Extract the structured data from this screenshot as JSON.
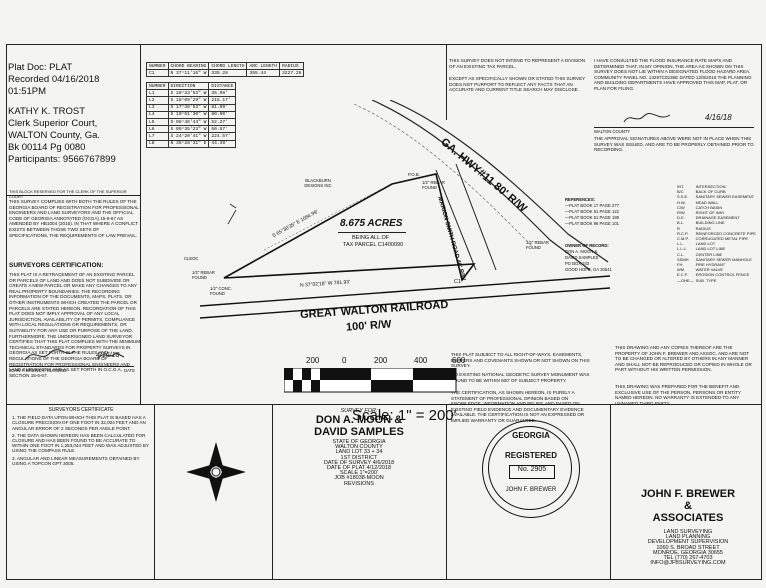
{
  "stamp": {
    "line1": "Plat Doc: PLAT",
    "line2": "Recorded 04/16/2018",
    "line3": "01:51PM",
    "line4": "KATHY K. TROST",
    "line5": "Clerk Superior Court,",
    "line6": "WALTON County, Ga.",
    "line7": "Bk 00114 Pg 0080",
    "line8": "Participants: 9566767899"
  },
  "clerk_reserved": "THIS BLOCK RESERVED FOR THE CLERK OF THE SUPERIOR COURT",
  "curve_table": {
    "headers": [
      "NUMBER",
      "CHORD BEARING",
      "CHORD LENGTH",
      "ARC LENGTH",
      "RADIUS"
    ],
    "rows": [
      [
        "C1",
        "N 37°11'16\" W",
        "335.28",
        "355.44",
        "3227.26"
      ]
    ]
  },
  "line_table": {
    "headers": [
      "NUMBER",
      "DIRECTION",
      "DISTANCE"
    ],
    "rows": [
      [
        "L1",
        "S 28°33'53\" W",
        "35.98'"
      ],
      [
        "L2",
        "S 18°09'29\" W",
        "215.17'"
      ],
      [
        "L3",
        "S 17°38'53\" W",
        "81.09'"
      ],
      [
        "L4",
        "S 10°51'30\" W",
        "80.90'"
      ],
      [
        "L5",
        "S 08°46'44\" W",
        "52.27'"
      ],
      [
        "L6",
        "S 09°35'23\" W",
        "50.57'"
      ],
      [
        "L7",
        "S 24°20'41\" W",
        "224.57'"
      ],
      [
        "L8",
        "N 38°28'31\" E",
        "44.39'"
      ]
    ]
  },
  "notes_top": {
    "n1": "THIS SURVEY DOES NOT INTEND TO REPRESENT A DIVISION OF AN EXISTING TAX PARCEL.",
    "n2": "EXCEPT AS SPECIFICALLY SHOWN OR STATED THIS SURVEY DOES NOT PURPORT TO REFLECT ANY FACTS THAT AN ACCURATE AND CURRENT TITLE SEARCH MAY DISCLOSE.",
    "flood": "I HAVE CONSULTED THE FLOOD INSURANCE RATE MAPS AND DETERMINED THAT, IN MY OPINION, THE AREA AS SHOWN ON THIS SURVEY DOES NOT LIE WITHIN A DESIGNATED FLOOD HAZARD AREA. COMMUNITY PANEL NO. 13297C0235E DATED 12/8/2016 THE PLANNING AND BUILDING DEPARTMENTS HAVE APPROVED THIS MAP, PLAT, OR PLAN FOR FILING.",
    "walton_county": "WALTON COUNTY",
    "date_signed": "4/16/18",
    "approval": "THE APPROVAL SIGNATURES ABOVE WERE NOT IN PLACE WHEN THIS SURVEY WAS ISSUED, AND ARE TO BE PROPERLY OBTAINED PRIOR TO RECORDING."
  },
  "left_notes": {
    "compliance": "THIS SURVEY COMPLIES WITH BOTH THE RULES OF THE GEORGIA BOARD OF REGISTRATION FOR PROFESSIONAL ENGINEERS AND LAND SURVEYORS AND THE OFFICIAL CODE OF GEORGIA ANNOTATED (OCGA) 15-6-67 AS AMENDED BY HB1004 (2016). IN THAT WHERE A CONFLICT EXISTS BETWEEN THOSE TWO SETS OF SPECIFICATIONS, THE REQUIREMENTS OF LAW PREVAIL.",
    "cert_title": "SURVEYORS CERTIFICATION:",
    "cert_body": "THIS PLAT IS A RETRACEMENT OF AN EXISTING PARCEL OR PARCELS OF LAND AND DOES NOT SUBDIVIDE OR CREATE A NEW PARCEL OR MAKE ANY CHANGES TO ANY REAL PROPERTY BOUNDARIES. THE RECORDING INFORMATION OF THE DOCUMENTS, MAPS, PLATS, OR OTHER INSTRUMENTS WHICH CREATED THE PARCEL OR PARCELS ARE STATED HEREON. RECORDATION OF THIS PLAT DOES NOT IMPLY APPROVAL OF ANY LOCAL JURISDICTION, AVAILABILITY OF PERMITS, COMPLIANCE WITH LOCAL REGULATIONS OR REQUIREMENTS, OR SUITABILITY FOR ANY USE OR PURPOSE OF THE LAND. FURTHERMORE, THE UNDERSIGNED LAND SURVEYOR CERTIFIES THAT THIS PLAT COMPLIES WITH THE MINIMUM TECHNICAL STANDARDS FOR PROPERTY SURVEYS IN GEORGIA AS SET FORTH IN THE RULES AND REGULATIONS OF THE GEORGIA BOARD OF REGISTRATION FOR PROFESSIONAL ENGINEERS AND LAND SURVEYORS AND AS SET FORTH IN O.C.G.A. SECTION 15-6-67.",
    "signer": "JOHN F. BREWER, RLS#2905",
    "sig_date": "4/16/18",
    "date_label": "DATE"
  },
  "plat": {
    "acreage": "8.675 ACRES",
    "being_all": "BEING ALL OF",
    "tax_parcel": "TAX PARCEL C1400090",
    "highway": "GA. HWY#11 80' R/W",
    "railroad": "GREAT WALTON RAILROAD",
    "railroad_rw": "100' R/W",
    "bearing_top": "S 65°30'35\" E 1084.99'",
    "bearing_bottom": "N 37°02'18\" W 781.93'",
    "blackburn": "BLACKBURN DESIGNS INC",
    "rebar1": "1/2\" REBAR FOUND",
    "rebar2": "1/2\" REBAR FOUND",
    "rebar3": "1/2\" CONC. FOUND",
    "rebar4": "1/2\" REBAR FOUND",
    "pob": "P.O.B.",
    "cleoc": "CLEOC",
    "road_label": "MARION SMITH ROAD 40' R/W",
    "c1": "C1",
    "references_title": "REFERENCES:",
    "references": [
      "—PLAT BOOK 17 PAGE 277",
      "—PLAT BOOK 51 PAGE 122",
      "—PLAT BOOK 51 PAGE 189",
      "—PLAT BOOK 96 PAGE 101"
    ],
    "owner_title": "OWNER OF RECORD:",
    "owner": [
      "DON A. MOON &",
      "DAVID SAMPLES",
      "PO BOX 243",
      "GOOD HOPE, GA 30641"
    ]
  },
  "legend": [
    [
      "INT.",
      "INTERSECTION"
    ],
    [
      "B/C",
      "BACK OF CURB"
    ],
    [
      "S.S.E.",
      "SANITARY SEWER EASEMENT"
    ],
    [
      "H.W.",
      "HEAD WALL"
    ],
    [
      "C/W",
      "CATCH BASIN"
    ],
    [
      "R/W",
      "RIGHT OF WAY"
    ],
    [
      "D.E.",
      "DRAINAGE EASEMENT"
    ],
    [
      "B.L.",
      "BUILDING LINE"
    ],
    [
      "R",
      "RADIUS"
    ],
    [
      "R.C.P.",
      "REINFORCED CONCRETE PIPE"
    ],
    [
      "C.M.P.",
      "CORRUGATED METAL PIPE"
    ],
    [
      "L.L.",
      "LAND LOT"
    ],
    [
      "L.L.L.",
      "LAND LOT LINE"
    ],
    [
      "C.L.",
      "CENTER LINE"
    ],
    [
      "SSMH",
      "SANITARY SEWER MANHOLE"
    ],
    [
      "FH",
      "FIRE HYDRANT"
    ],
    [
      "WM",
      "WATER VALVE"
    ],
    [
      "E.C.F.",
      "EROSION CONTROL FENCE"
    ],
    [
      "—OHE—",
      "SUB. TYPE"
    ]
  ],
  "right_notes": {
    "n1": "THIS PLAT SUBJECT TO ALL RIGHT-OF-WAYS, EASEMENTS, BUFFERS AND COVENANTS SHOWN OR NOT SHOWN ON THIS SURVEY.",
    "n2": "NO EXISTING NATIONAL GEODETIC SURVEY MONUMENT WAS FOUND TO BE WITHIN 500' OF SUBJECT PROPERTY.",
    "n3": "THE CERTIFICATION, AS SHOWN HEREON, IS PURELY A STATEMENT OF PROFESSIONAL OPINION BASED ON KNOWLEDGE, INFORMATION AND BELIEF, AND BASED ON EXISTING FIELD EVIDENCE AND DOCUMENTARY EVIDENCE AVAILABLE. THE CERTIFICATION IS NOT AN EXPRESSED OR IMPLIED WARRANTY OR GUARANTEE.",
    "n4": "THIS DRAWING AND ANY COPIES THEREOF ARE THE PROPERTY OF JOHN F. BREWER AND ASSOC. AND ARE NOT TO BE CHANGED OR ALTERED BY OTHERS IN ANY MANNER AND SHALL NOT BE REPRODUCED OR COPIED IN WHOLE OR PART WITHOUT HIS WRITTEN PERMISSION.",
    "n5": "THIS DRAWING WAS PREPARED FOR THE BENEFIT AND EXCLUSIVE USE OF THE PERSON, PERSONS OR ENTITY NAMED HEREON. NO WARRANTY IS EXTENDED TO ANY UNNAMED THIRD PARTY."
  },
  "scale": {
    "ticks": [
      "200",
      "0",
      "200",
      "400",
      "600"
    ],
    "label": "Scale: 1\" = 200'"
  },
  "surveyor_cert": {
    "title": "SURVEYORS CERTIFICATE",
    "items": [
      "1. THE FIELD DATA UPON WHICH THIS PLAT IS BASED HAS A CLOSURE PRECISION OF ONE FOOT IN 32,004 FEET AND AN ANGULAR ERROR OF 2 SECONDS PER ANGLE POINT.",
      "2. THE DATA SHOWN HEREON HAS BEEN CALCULATED FOR CLOSURE AND HAS BEEN FOUND TO BE ACCURATE TO WITHIN ONE FOOT IN 1,283,044 FEET AND WAS ADJUSTED BY USING THE COMPASS RULE.",
      "3. ANGULAR AND LINEAR MEASUREMENTS OBTAINED BY USING A TOPCON GPT 3005."
    ]
  },
  "survey_for": {
    "label": "SURVEY FOR:",
    "name1": "DON A. MOON &",
    "name2": "DAVID SAMPLES",
    "state": "STATE OF GEORGIA",
    "county": "WALTON COUNTY",
    "land_lot": "LAND LOT 33 + 34",
    "district": "1ST DISTRICT",
    "date_survey": "DATE OF SURVEY 4/6/2018",
    "date_plat": "DATE OF PLAT 4/12/2018",
    "scale": "SCALE 1\"=200'",
    "job": "JOB #18038-MOON",
    "revisions": "REVISIONS"
  },
  "seal": {
    "top": "GEORGIA",
    "registered": "REGISTERED",
    "number": "No. 2905",
    "bottom": "JOHN F. BREWER"
  },
  "company": {
    "name1": "JOHN F. BREWER",
    "amp": "&",
    "name2": "ASSOCIATES",
    "s1": "LAND SURVEYING",
    "s2": "LAND PLANNING",
    "s3": "DEVELOPMENT SUPERVISION",
    "addr": "1060 S. BROAD STREET",
    "city": "MONROE, GEORGIA 30655",
    "phone": "TEL (770) 267-4703",
    "web": "INFO@JFBSURVEYING.COM"
  },
  "blackburn_designs": "BLACKBURN DESIGNS INC"
}
